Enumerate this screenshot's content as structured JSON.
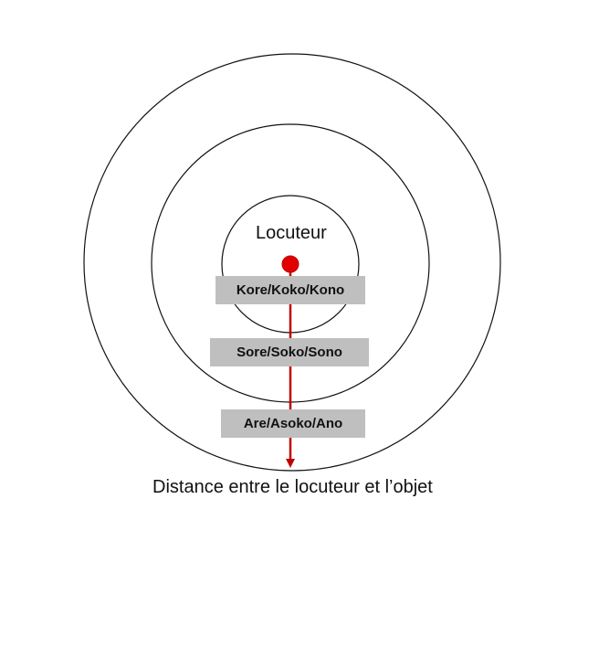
{
  "speaker_label": "Locuteur",
  "zones": [
    {
      "label": "Kore/Koko/Kono"
    },
    {
      "label": "Sore/Soko/Sono"
    },
    {
      "label": "Are/Asoko/Ano"
    }
  ],
  "axis_caption": "Distance entre le locuteur et l’objet",
  "colors": {
    "arrow": "#c00000",
    "dot": "#e00000",
    "label_box": "#bfbfbf"
  }
}
